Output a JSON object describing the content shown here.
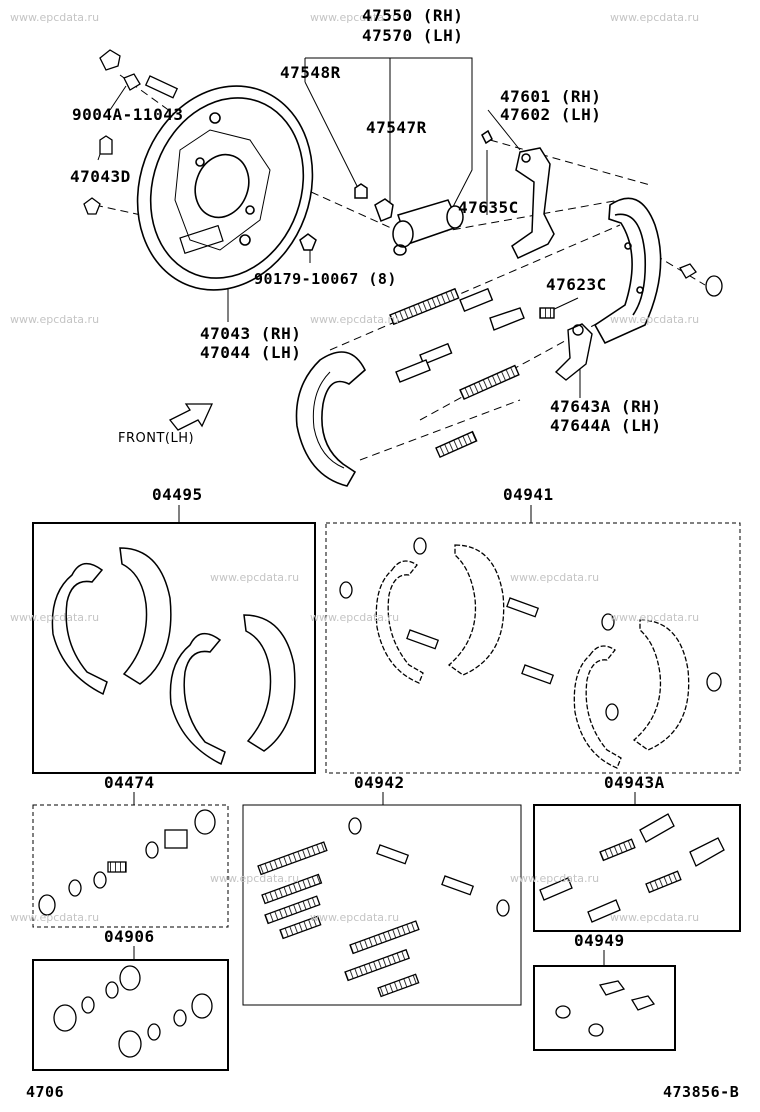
{
  "watermark": "www.epcdata.ru",
  "labels": {
    "p47550": "47550 (RH)",
    "p47570": "47570 (LH)",
    "p47548": "47548R",
    "p47547": "47547R",
    "p9004": "9004A-11043",
    "p47043d": "47043D",
    "p47601": "47601 (RH)",
    "p47602": "47602 (LH)",
    "p47635": "47635C",
    "p90179": "90179-10067 (8)",
    "p47623": "47623C",
    "p47043": "47043 (RH)",
    "p47044": "47044 (LH)",
    "p47643": "47643A (RH)",
    "p47644": "47644A (LH)",
    "front": "FRONT(LH)"
  },
  "kits": {
    "k04495": "04495",
    "k04941": "04941",
    "k04474": "04474",
    "k04942": "04942",
    "k04943": "04943A",
    "k04906": "04906",
    "k04949": "04949"
  },
  "footer": {
    "left": "4706",
    "right": "473856-B"
  }
}
